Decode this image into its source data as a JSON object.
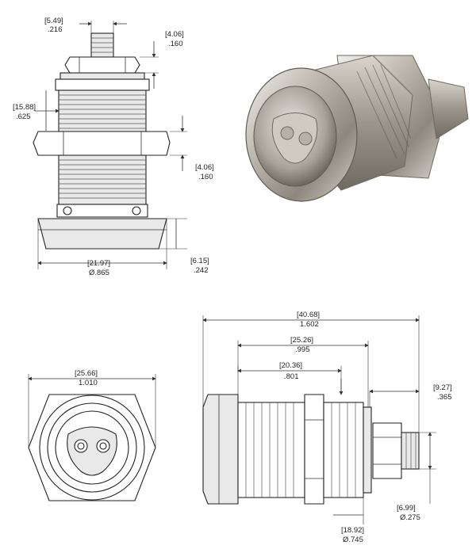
{
  "drawing": {
    "side_view_top": {
      "dims": {
        "stud_width": {
          "mm": "[5.49]",
          "in": ".216"
        },
        "nut_height": {
          "mm": "[4.06]",
          "in": ".160"
        },
        "thread_dia": {
          "mm": "[15.88]",
          "in": ".625"
        },
        "nut2_height": {
          "mm": "[4.06]",
          "in": ".160"
        },
        "bezel_dia": {
          "mm": "[21.97]",
          "in": "Ø.865"
        },
        "bezel_height": {
          "mm": "[6.15]",
          "in": ".242"
        }
      }
    },
    "front_view": {
      "dims": {
        "hex_across": {
          "mm": "[25.66]",
          "in": "1.010"
        }
      }
    },
    "side_view_bottom": {
      "dims": {
        "overall_length": {
          "mm": "[40.68]",
          "in": "1.602"
        },
        "body_length": {
          "mm": "[25.26]",
          "in": ".995"
        },
        "grip_length": {
          "mm": "[20.36]",
          "in": ".801"
        },
        "stud_length": {
          "mm": "[9.27]",
          "in": ".365"
        },
        "stud_dia": {
          "mm": "[6.99]",
          "in": "Ø.275"
        },
        "cam_dia": {
          "mm": "[18.92]",
          "in": "Ø.745"
        }
      }
    },
    "render": {
      "description_icon": "cam-lock-render"
    }
  }
}
